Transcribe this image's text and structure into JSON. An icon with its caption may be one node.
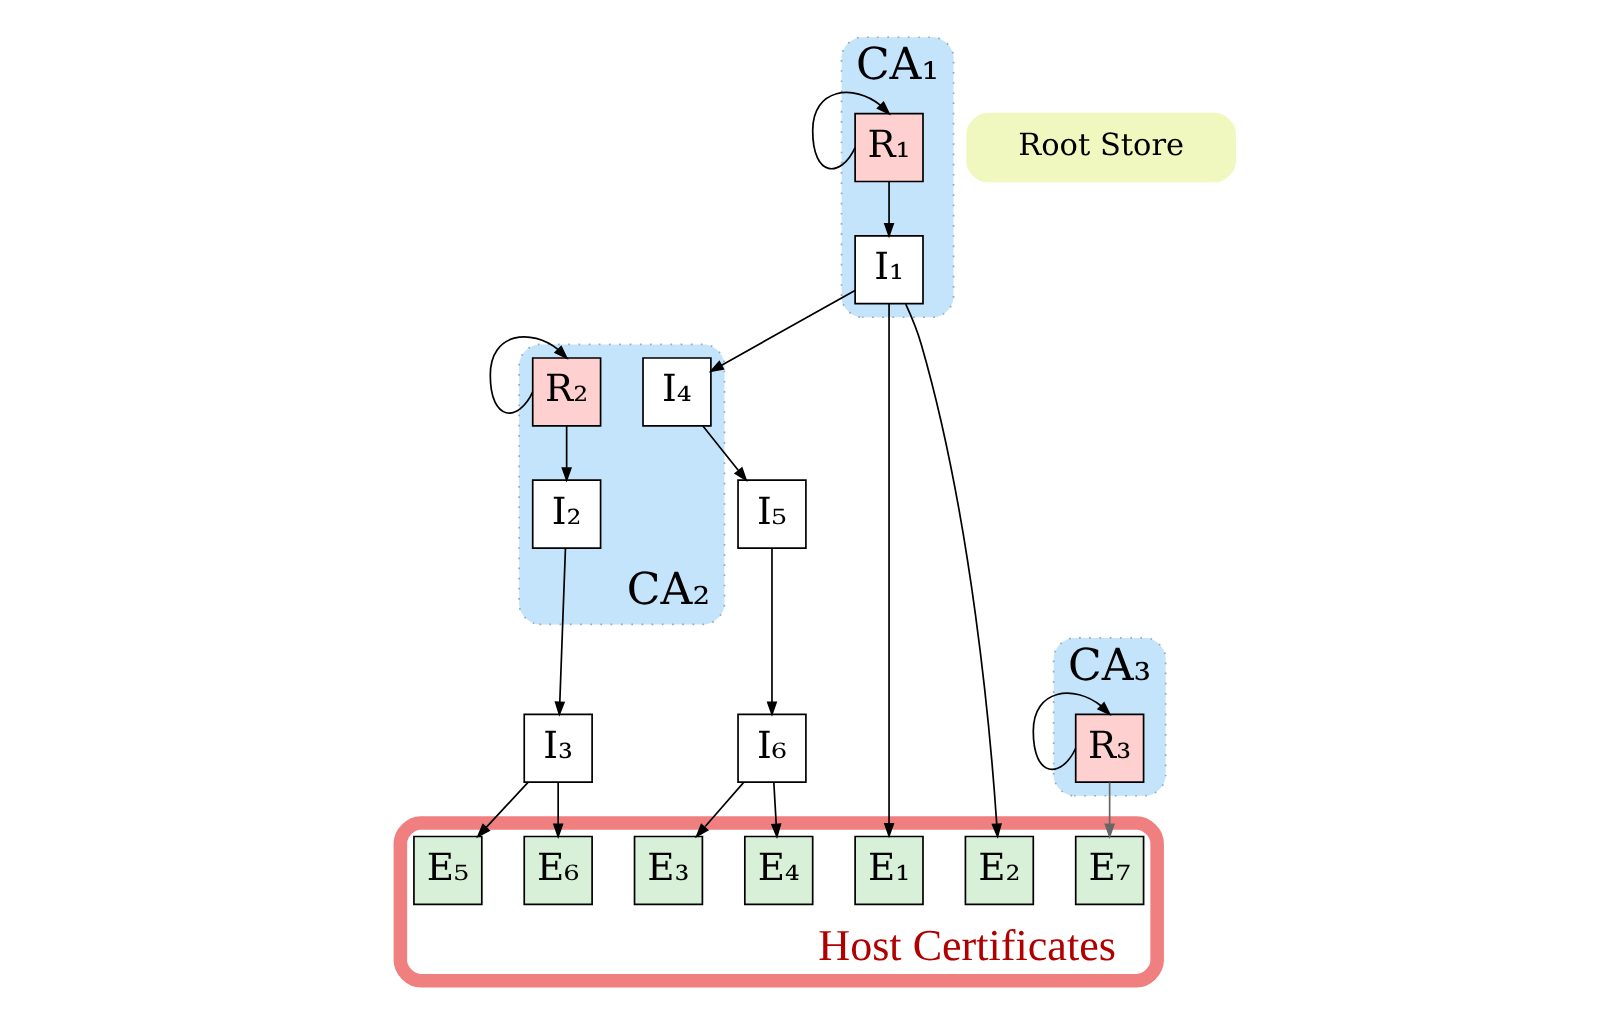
{
  "diagram": {
    "nodes": [
      {
        "text": [
          "CA₁"
        ]
      },
      {
        "text": [
          "R₁"
        ],
        "in": 0
      },
      {
        "text": [
          "I₁"
        ],
        "in": 0
      },
      {
        "text": [
          "CA₂"
        ]
      },
      {
        "text": [
          "R₂"
        ],
        "in": 3
      },
      {
        "text": [
          "I₄"
        ],
        "in": 3
      },
      {
        "text": [
          "I₂"
        ],
        "in": 3
      },
      {
        "text": [
          "CA₃"
        ]
      },
      {
        "text": [
          "R₃"
        ],
        "in": 7
      },
      {
        "text": [
          "Root Store"
        ]
      },
      {
        "text": [
          "Host Certificates"
        ]
      },
      {
        "text": [
          "E₁"
        ],
        "in": 10
      },
      {
        "text": [
          "E₂"
        ],
        "in": 10
      },
      {
        "text": [
          "I₅"
        ]
      },
      {
        "text": [
          "I₃"
        ]
      },
      {
        "text": [
          "E₇"
        ],
        "in": 10
      },
      {
        "text": [
          "I₆"
        ]
      },
      {
        "text": [
          "E₅"
        ],
        "in": 10
      },
      {
        "text": [
          "E₆"
        ],
        "in": 10
      },
      {
        "text": [
          "E₃"
        ],
        "in": 10
      },
      {
        "text": [
          "E₄"
        ],
        "in": 10
      }
    ],
    "edges": [
      {
        "from": 1,
        "to": 1,
        "arrow": "to"
      },
      {
        "from": 4,
        "to": 4,
        "arrow": "to"
      },
      {
        "from": 8,
        "to": 8,
        "arrow": "to"
      },
      {
        "from": 1,
        "to": 2,
        "arrow": "to"
      },
      {
        "from": 2,
        "to": 5,
        "arrow": "to"
      },
      {
        "from": 2,
        "to": 11,
        "arrow": "to"
      },
      {
        "from": 2,
        "to": 12,
        "arrow": "to"
      },
      {
        "from": 4,
        "to": 6,
        "arrow": "to"
      },
      {
        "from": 5,
        "to": 13,
        "arrow": "to"
      },
      {
        "from": 6,
        "to": 14,
        "arrow": "to"
      },
      {
        "from": 8,
        "to": 15,
        "arrow": "to",
        "color": "#666666"
      },
      {
        "from": 13,
        "to": 16,
        "arrow": "to"
      },
      {
        "from": 14,
        "to": 17,
        "arrow": "to"
      },
      {
        "from": 14,
        "to": 18,
        "arrow": "to"
      },
      {
        "from": 16,
        "to": 19,
        "arrow": "to"
      },
      {
        "from": 16,
        "to": 20,
        "arrow": "to"
      }
    ]
  }
}
